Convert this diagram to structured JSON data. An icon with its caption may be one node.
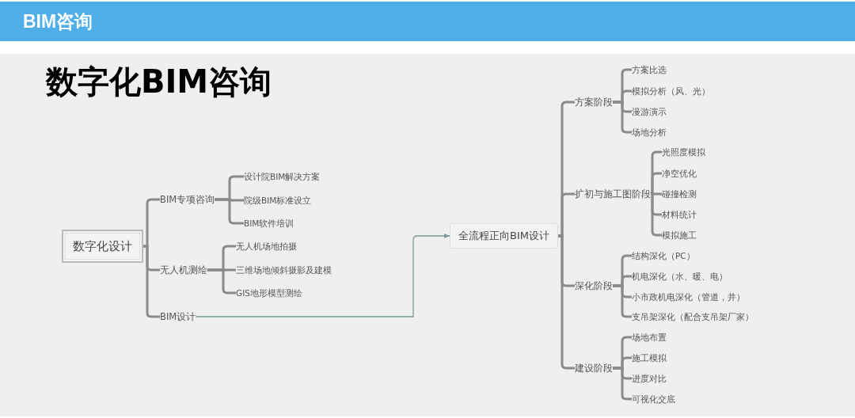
{
  "diagram": {
    "title": "数字化BIM咨询",
    "nodes": [
      {
        "text": [
          "数字化设计"
        ]
      },
      {
        "text": [
          "BIM专项咨询"
        ]
      },
      {
        "text": [
          "设计院BIM解决方案"
        ]
      },
      {
        "text": [
          "院级BIM标准设立"
        ]
      },
      {
        "text": [
          "BIM软件培训"
        ]
      },
      {
        "text": [
          "无人机测绘"
        ]
      },
      {
        "text": [
          "无人机场地拍摄"
        ]
      },
      {
        "text": [
          "三维场地倾斜摄影及建模"
        ]
      },
      {
        "text": [
          "GIS地形模型测绘"
        ]
      },
      {
        "text": [
          "BIM设计"
        ]
      },
      {
        "text": [
          "全流程正向BIM设计"
        ]
      },
      {
        "text": [
          "方案阶段"
        ]
      },
      {
        "text": [
          "方案比选"
        ]
      },
      {
        "text": [
          "模拟分析（风、光）"
        ]
      },
      {
        "text": [
          "漫游演示"
        ]
      },
      {
        "text": [
          "场地分析"
        ]
      },
      {
        "text": [
          "扩初与施工图阶段"
        ]
      },
      {
        "text": [
          "光照度模拟"
        ]
      },
      {
        "text": [
          "净空优化"
        ]
      },
      {
        "text": [
          "碰撞检测"
        ]
      },
      {
        "text": [
          "材料统计"
        ]
      },
      {
        "text": [
          "模拟施工"
        ]
      },
      {
        "text": [
          "深化阶段"
        ]
      },
      {
        "text": [
          "结构深化（PC）"
        ]
      },
      {
        "text": [
          "机电深化（水、暖、电）"
        ]
      },
      {
        "text": [
          "小市政机电深化（管道，井）"
        ]
      },
      {
        "text": [
          "支吊架深化（配合支吊架厂家）"
        ]
      },
      {
        "text": [
          "建设阶段"
        ]
      },
      {
        "text": [
          "场地布置"
        ]
      },
      {
        "text": [
          "施工模拟"
        ]
      },
      {
        "text": [
          "进度对比"
        ]
      },
      {
        "text": [
          "可视化交底"
        ]
      }
    ],
    "edges": [
      {
        "from": 0,
        "to": 1,
        "arrow": "none"
      },
      {
        "from": 0,
        "to": 5,
        "arrow": "none"
      },
      {
        "from": 0,
        "to": 9,
        "arrow": "none"
      },
      {
        "from": 1,
        "to": 2,
        "arrow": "none"
      },
      {
        "from": 1,
        "to": 3,
        "arrow": "none"
      },
      {
        "from": 1,
        "to": 4,
        "arrow": "none"
      },
      {
        "from": 5,
        "to": 6,
        "arrow": "none"
      },
      {
        "from": 5,
        "to": 7,
        "arrow": "none"
      },
      {
        "from": 5,
        "to": 8,
        "arrow": "none"
      },
      {
        "from": 9,
        "to": 10,
        "arrow": "to",
        "color": "#7a9a9a"
      },
      {
        "from": 10,
        "to": 11,
        "arrow": "none"
      },
      {
        "from": 10,
        "to": 16,
        "arrow": "none"
      },
      {
        "from": 10,
        "to": 22,
        "arrow": "none"
      },
      {
        "from": 10,
        "to": 27,
        "arrow": "none"
      },
      {
        "from": 11,
        "to": 12,
        "arrow": "none"
      },
      {
        "from": 11,
        "to": 13,
        "arrow": "none"
      },
      {
        "from": 11,
        "to": 14,
        "arrow": "none"
      },
      {
        "from": 11,
        "to": 15,
        "arrow": "none"
      },
      {
        "from": 16,
        "to": 17,
        "arrow": "none"
      },
      {
        "from": 16,
        "to": 18,
        "arrow": "none"
      },
      {
        "from": 16,
        "to": 19,
        "arrow": "none"
      },
      {
        "from": 16,
        "to": 20,
        "arrow": "none"
      },
      {
        "from": 16,
        "to": 21,
        "arrow": "none"
      },
      {
        "from": 22,
        "to": 23,
        "arrow": "none"
      },
      {
        "from": 22,
        "to": 24,
        "arrow": "none"
      },
      {
        "from": 22,
        "to": 25,
        "arrow": "none"
      },
      {
        "from": 22,
        "to": 26,
        "arrow": "none"
      },
      {
        "from": 27,
        "to": 28,
        "arrow": "none"
      },
      {
        "from": 27,
        "to": 29,
        "arrow": "none"
      },
      {
        "from": 27,
        "to": 30,
        "arrow": "none"
      },
      {
        "from": 27,
        "to": 31,
        "arrow": "none"
      }
    ],
    "labels": [
      "BIM咨询"
    ]
  }
}
